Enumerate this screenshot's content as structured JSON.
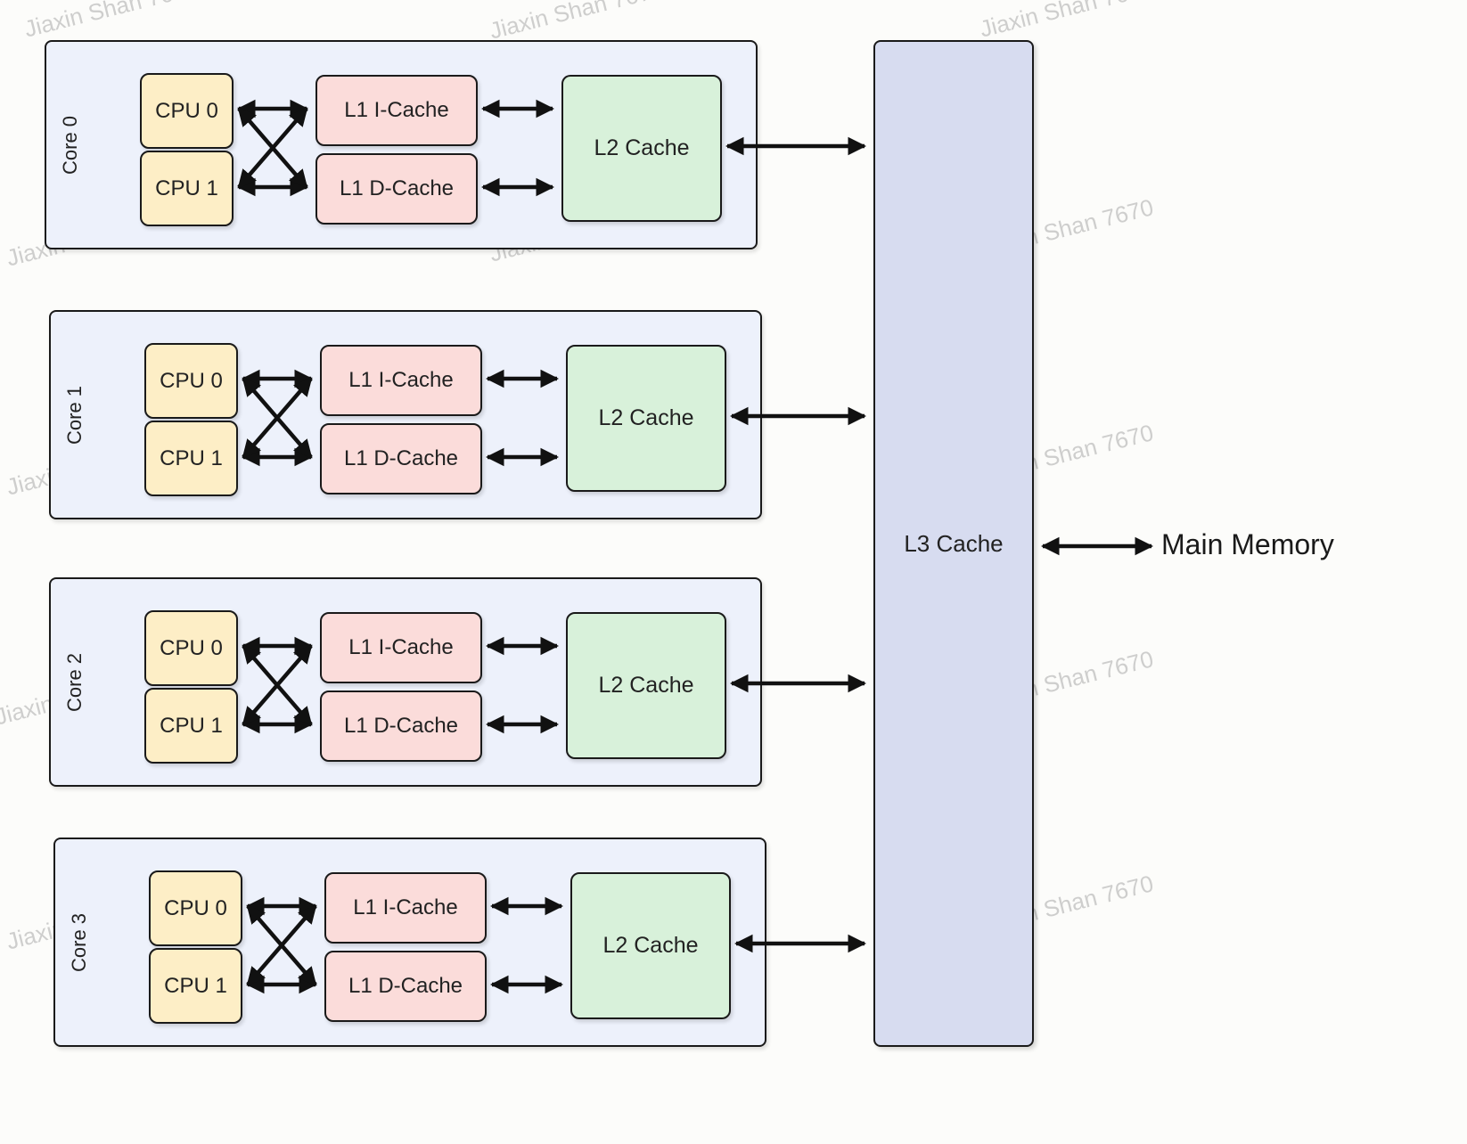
{
  "watermark_text": "Jiaxin Shan 7670",
  "cores": [
    {
      "label": "Core 0",
      "cpu0": "CPU 0",
      "cpu1": "CPU 1",
      "l1i": "L1 I-Cache",
      "l1d": "L1 D-Cache",
      "l2": "L2 Cache"
    },
    {
      "label": "Core 1",
      "cpu0": "CPU 0",
      "cpu1": "CPU 1",
      "l1i": "L1 I-Cache",
      "l1d": "L1 D-Cache",
      "l2": "L2 Cache"
    },
    {
      "label": "Core 2",
      "cpu0": "CPU 0",
      "cpu1": "CPU 1",
      "l1i": "L1 I-Cache",
      "l1d": "L1 D-Cache",
      "l2": "L2 Cache"
    },
    {
      "label": "Core 3",
      "cpu0": "CPU 0",
      "cpu1": "CPU 1",
      "l1i": "L1 I-Cache",
      "l1d": "L1 D-Cache",
      "l2": "L2 Cache"
    }
  ],
  "l3": {
    "label": "L3 Cache"
  },
  "main_memory": {
    "label": "Main Memory"
  },
  "colors": {
    "core_bg": "#edf1fb",
    "cpu_bg": "#fdeec6",
    "l1_bg": "#fbdcda",
    "l2_bg": "#d8f1da",
    "l3_bg": "#d7dcf0",
    "border": "#1a1a1a",
    "arrow": "#111111",
    "watermark": "#9a9a9a"
  }
}
